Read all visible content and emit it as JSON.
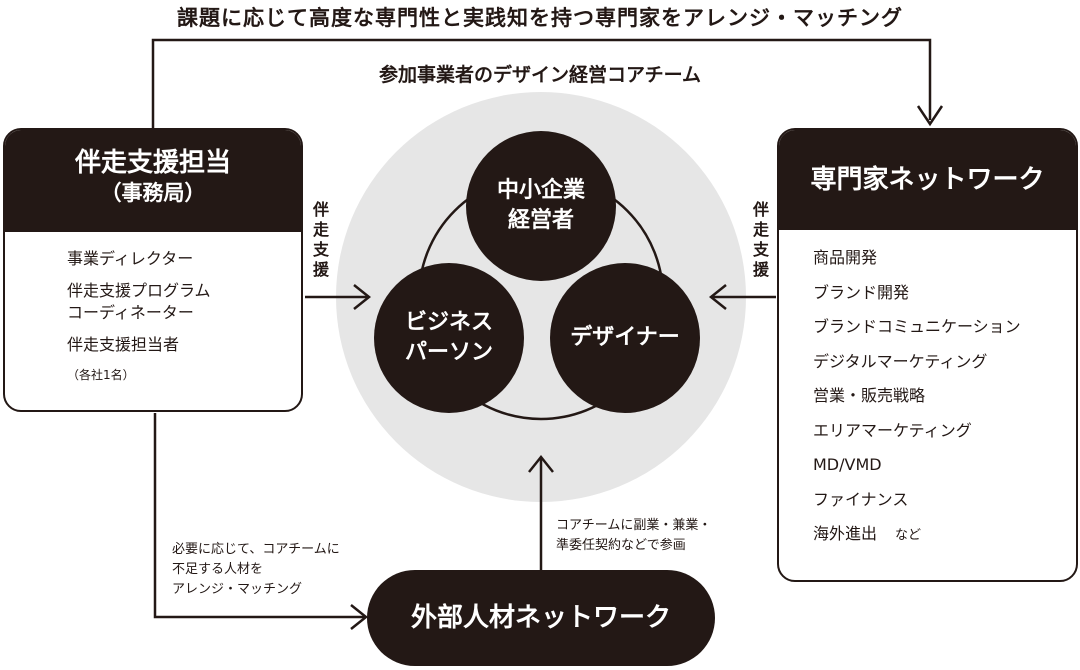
{
  "top_title": "課題に応じて高度な専門性と実践知を持つ専門家をアレンジ・マッチング",
  "center_title": "参加事業者のデザイン経営コアチーム",
  "core_team": {
    "sme_line1": "中小企業",
    "sme_line2": "経営者",
    "biz_line1": "ビジネス",
    "biz_line2": "パーソン",
    "designer": "デザイナー"
  },
  "support_office": {
    "title": "伴走支援担当",
    "subtitle": "（事務局）",
    "items": [
      "事業ディレクター",
      "伴走支援プログラム",
      "コーディネーター",
      "伴走支援担当者"
    ],
    "note": "（各社1名）"
  },
  "expert_network": {
    "title": "専門家ネットワーク",
    "items": [
      "商品開発",
      "ブランド開発",
      "ブランドコミュニケーション",
      "デジタルマーケティング",
      "営業・販売戦略",
      "エリアマーケティング",
      "MD/VMD",
      "ファイナンス",
      "海外進出"
    ],
    "suffix": "など"
  },
  "external_network": {
    "title": "外部人材ネットワーク"
  },
  "arrows": {
    "left_support": [
      "伴",
      "走",
      "支",
      "援"
    ],
    "right_support": [
      "伴",
      "走",
      "支",
      "援"
    ],
    "matching_note": [
      "必要に応じて、コアチームに",
      "不足する人材を",
      "アレンジ・マッチング"
    ],
    "external_note": [
      "コアチームに副業・兼業・",
      "準委任契約などで参画"
    ]
  },
  "colors": {
    "dark": "#231815",
    "circle_bg": "#e6e6e6",
    "white": "#ffffff"
  }
}
